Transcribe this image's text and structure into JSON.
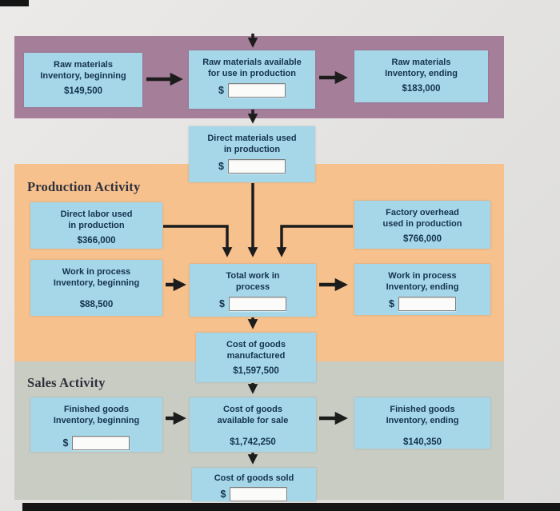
{
  "colors": {
    "purple_band": "#a57e9a",
    "orange_band": "#f6c18d",
    "gray_band": "#c9ccc3",
    "box_fill": "#a5d7e8",
    "box_text": "#15324e",
    "arrow": "#1c1c1c"
  },
  "raw_materials_flow": {
    "beginning": {
      "line1": "Raw materials",
      "line2": "Inventory, beginning",
      "amount": "$149,500"
    },
    "available": {
      "line1": "Raw materials available",
      "line2": "for use in production",
      "currency": "$",
      "input_value": ""
    },
    "ending": {
      "line1": "Raw materials",
      "line2": "Inventory, ending",
      "amount": "$183,000"
    },
    "direct_materials_used": {
      "line1": "Direct materials used",
      "line2": "in production",
      "currency": "$",
      "input_value": ""
    }
  },
  "production_activity": {
    "title": "Production Activity",
    "direct_labor": {
      "line1": "Direct labor used",
      "line2": "in production",
      "amount": "$366,000"
    },
    "factory_overhead": {
      "line1": "Factory overhead",
      "line2": "used in production",
      "amount": "$766,000"
    },
    "wip_beginning": {
      "line1": "Work in process",
      "line2": "Inventory, beginning",
      "amount": "$88,500"
    },
    "total_wip": {
      "line1": "Total work in",
      "line2": "process",
      "currency": "$",
      "input_value": ""
    },
    "wip_ending": {
      "line1": "Work in process",
      "line2": "Inventory, ending",
      "currency": "$",
      "input_value": ""
    },
    "cogm": {
      "line1": "Cost of goods",
      "line2": "manufactured",
      "amount": "$1,597,500"
    }
  },
  "sales_activity": {
    "title": "Sales Activity",
    "fg_beginning": {
      "line1": "Finished goods",
      "line2": "Inventory, beginning",
      "currency": "$",
      "input_value": ""
    },
    "cog_available": {
      "line1": "Cost of goods",
      "line2": "available for sale",
      "amount": "$1,742,250"
    },
    "fg_ending": {
      "line1": "Finished goods",
      "line2": "Inventory, ending",
      "amount": "$140,350"
    },
    "cogs": {
      "line1": "Cost of goods sold",
      "currency": "$",
      "input_value": ""
    }
  }
}
